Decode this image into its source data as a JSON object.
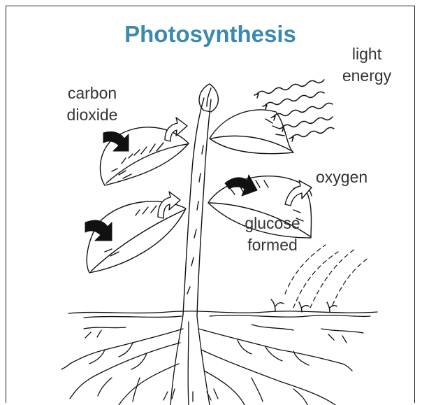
{
  "diagram": {
    "title": "Photosynthesis",
    "labels": {
      "carbon_line1": "carbon",
      "carbon_line2": "dioxide",
      "light_line1": "light",
      "light_line2": "energy",
      "oxygen": "oxygen",
      "glucose_line1": "glucose",
      "glucose_line2": "formed"
    },
    "colors": {
      "title": "#3a8ab0",
      "text": "#333333",
      "ink": "#111111"
    }
  }
}
